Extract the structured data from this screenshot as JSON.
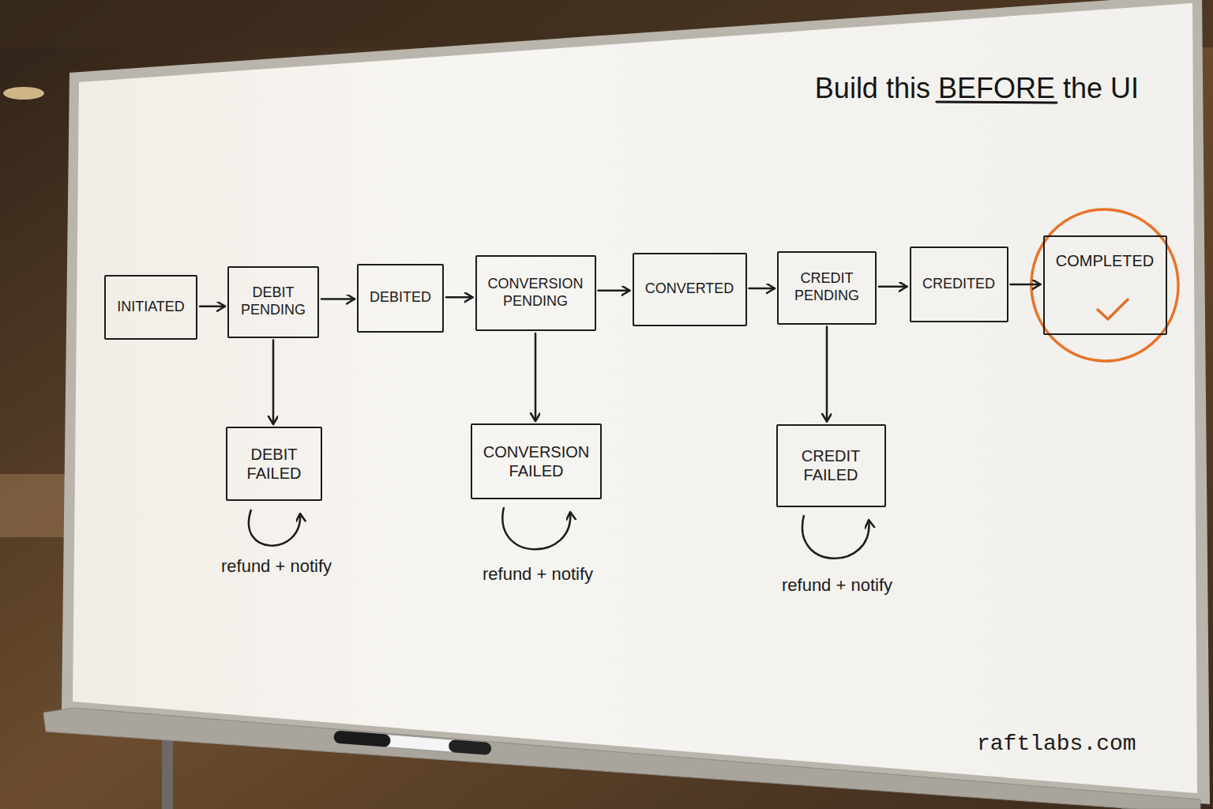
{
  "diagram": {
    "title": "Build this BEFORE the UI",
    "nodes": [
      {
        "text": [
          "INITIATED"
        ]
      },
      {
        "text": [
          "DEBIT PENDING"
        ]
      },
      {
        "text": [
          "DEBITED"
        ]
      },
      {
        "text": [
          "CONVERSION PENDING"
        ]
      },
      {
        "text": [
          "CONVERTED"
        ]
      },
      {
        "text": [
          "CREDIT PENDING"
        ]
      },
      {
        "text": [
          "CREDITED"
        ]
      },
      {
        "text": [
          "COMPLETED"
        ]
      },
      {
        "text": [
          "DEBIT FAILED"
        ]
      },
      {
        "text": [
          "CONVERSION FAILED"
        ]
      },
      {
        "text": [
          "CREDIT FAILED"
        ]
      }
    ],
    "edges": [
      {
        "from": 0,
        "to": 1,
        "arrow": "to"
      },
      {
        "from": 1,
        "to": 2,
        "arrow": "to"
      },
      {
        "from": 2,
        "to": 3,
        "arrow": "to"
      },
      {
        "from": 3,
        "to": 4,
        "arrow": "to"
      },
      {
        "from": 4,
        "to": 5,
        "arrow": "to"
      },
      {
        "from": 5,
        "to": 6,
        "arrow": "to"
      },
      {
        "from": 6,
        "to": 7,
        "arrow": "to"
      },
      {
        "from": 1,
        "to": 8,
        "arrow": "to"
      },
      {
        "from": 3,
        "to": 9,
        "arrow": "to"
      },
      {
        "from": 5,
        "to": 10,
        "arrow": "to"
      }
    ],
    "labels": [
      "refund + notify",
      "refund + notify",
      "refund + notify",
      "raftlabs.com"
    ]
  }
}
